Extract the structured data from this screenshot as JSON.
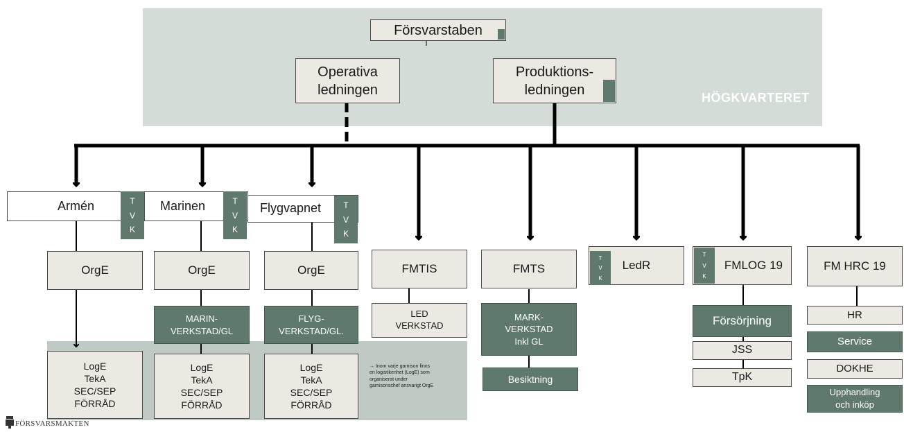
{
  "hq": {
    "label": "HÖGKVARTERET",
    "staff": "Försvarstaben",
    "operativa": "Operativa\nledningen",
    "produktion": "Produktions-\nledningen"
  },
  "branches": {
    "armen": "Armén",
    "marinen": "Marinen",
    "flygvapnet": "Flygvapnet",
    "tvk": [
      "T",
      "V",
      "K"
    ]
  },
  "orge": "OrgE",
  "workshops": {
    "marin": "MARIN-\nVERKSTAD/GL",
    "flyg": "FLYG-\nVERKSTAD/GL."
  },
  "loge_stack": "LogE\nTekA\nSEC/SEP\nFÖRRÅD",
  "note": "→ Inom varje garnison finns\nen logistikenhet (LogE) som\norganiserat under\ngarnisonschef ansvarigt OrgE",
  "fmtis": {
    "title": "FMTIS",
    "sub": "LED\nVERKSTAD"
  },
  "fmts": {
    "title": "FMTS",
    "sub": "MARK-\nVERKSTAD\nInkl GL",
    "besiktning": "Besiktning"
  },
  "ledr": {
    "title": "LedR"
  },
  "fmlog": {
    "title": "FMLOG 19",
    "forsorjning": "Försörjning",
    "jss": "JSS",
    "tpk": "TpK"
  },
  "fmhrc": {
    "title": "FM HRC 19",
    "hr": "HR",
    "service": "Service",
    "dokhe": "DOKHE",
    "upphandling": "Upphandling\noch inköp"
  },
  "logo": {
    "text": "FÖRSVARSMAKTEN"
  },
  "colors": {
    "dark_green": "#5f7a6d",
    "box_fill": "#ece8e2",
    "hq_bg": "#d4dcd8"
  }
}
